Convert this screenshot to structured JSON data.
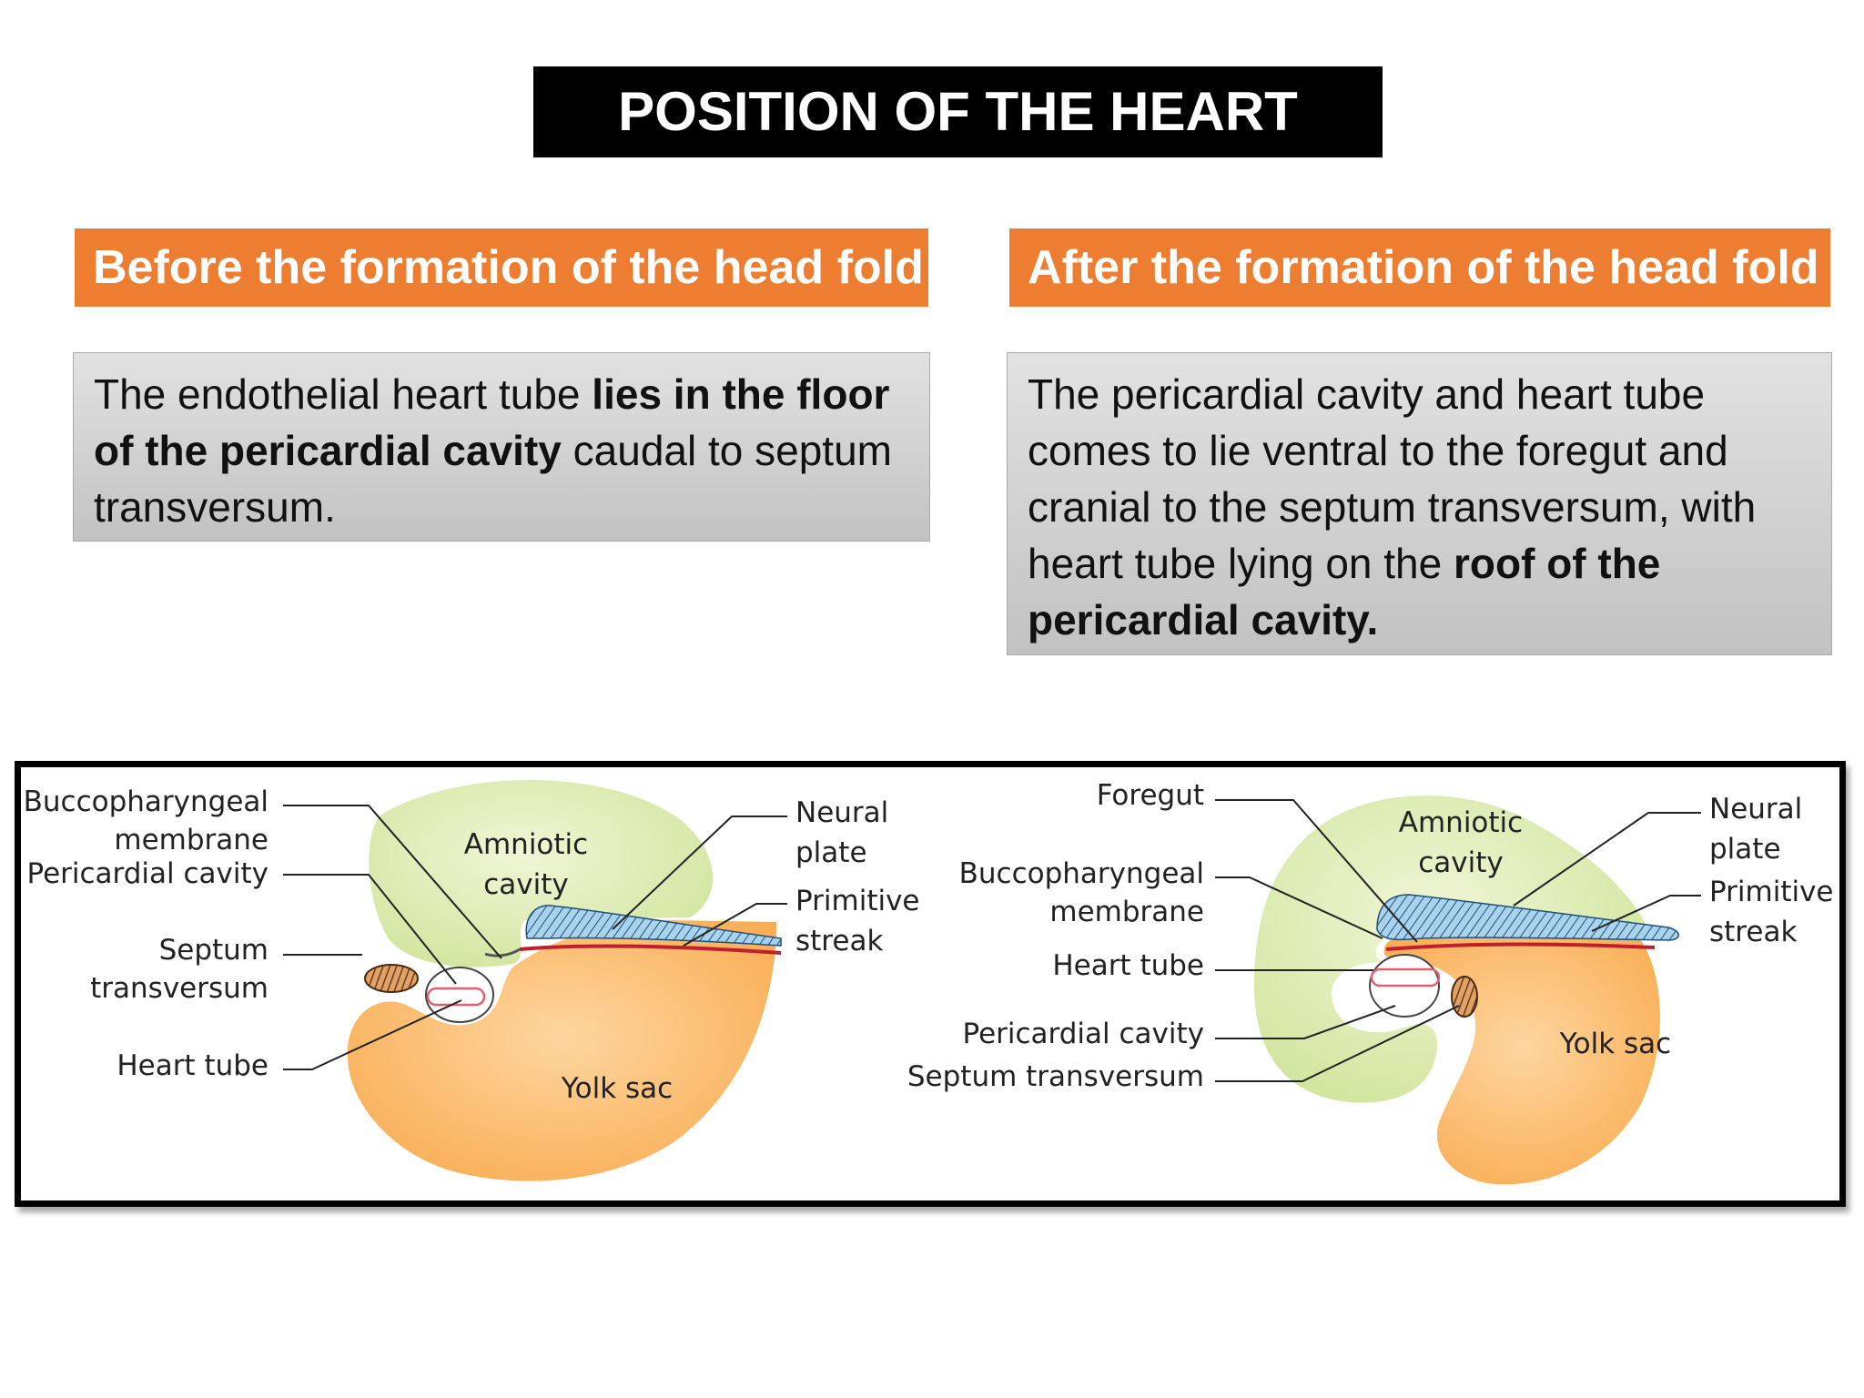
{
  "title": "POSITION OF THE HEART TUBE:",
  "before": {
    "header": "Before the formation of the head fold",
    "text_1": "The  endothelial heart tube ",
    "bold_1": "lies in the floor of the pericardial cavity",
    "text_2": " caudal to septum transversum."
  },
  "after": {
    "header": "After the formation of the head fold",
    "text_1": "The pericardial cavity and heart tube comes to lie ventral to the foregut and cranial to the septum transversum, with heart tube lying on the ",
    "bold_1": "roof of the pericardial cavity."
  },
  "diagram_left": {
    "buccopharyngeal_1": "Buccopharyngeal",
    "buccopharyngeal_2": "membrane",
    "pericardial_cavity": "Pericardial cavity",
    "septum_1": "Septum",
    "septum_2": "transversum",
    "heart_tube": "Heart tube",
    "amniotic_1": "Amniotic",
    "amniotic_2": "cavity",
    "neural_1": "Neural",
    "neural_2": "plate",
    "primitive_1": "Primitive",
    "primitive_2": "streak",
    "yolk_sac": "Yolk sac"
  },
  "diagram_right": {
    "foregut": "Foregut",
    "buccopharyngeal_1": "Buccopharyngeal",
    "buccopharyngeal_2": "membrane",
    "heart_tube": "Heart tube",
    "pericardial_cavity": "Pericardial cavity",
    "septum_transversum": "Septum transversum",
    "amniotic_1": "Amniotic",
    "amniotic_2": "cavity",
    "neural_1": "Neural",
    "neural_2": "plate",
    "primitive_1": "Primitive",
    "primitive_2": "streak",
    "yolk_sac": "Yolk sac"
  },
  "colors": {
    "header_orange": "#ed7d31",
    "amnion_green": "#dcebb0",
    "yolk_orange": "#fbb766",
    "neural_blue": "#a9d3ec",
    "endoderm_red": "#c0202e"
  }
}
